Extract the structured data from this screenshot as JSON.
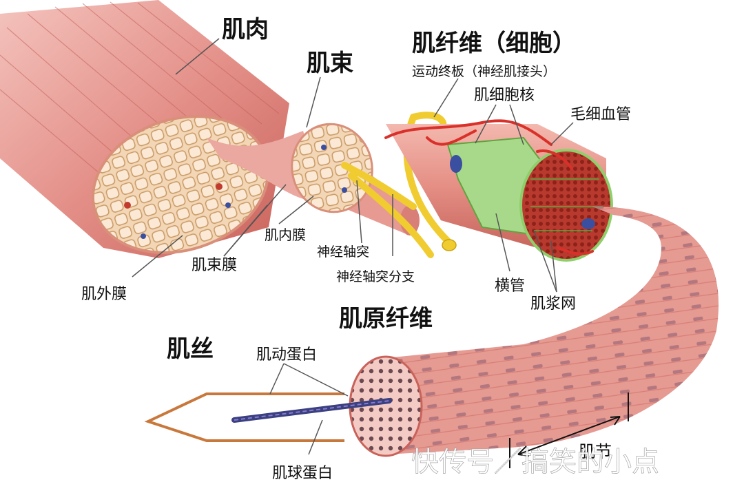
{
  "labels": {
    "muscle": "肌肉",
    "fascicle": "肌束",
    "muscle_fiber": "肌纤维（细胞）",
    "motor_end_plate": "运动终板（神经肌接头）",
    "nucleus": "肌细胞核",
    "capillary": "毛细血管",
    "endomysium": "肌内膜",
    "perimysium": "肌束膜",
    "epimysium": "肌外膜",
    "axon": "神经轴突",
    "axon_branch": "神经轴突分支",
    "t_tubule": "横管",
    "sr": "肌浆网",
    "myofibril": "肌原纤维",
    "filament": "肌丝",
    "actin": "肌动蛋白",
    "myosin": "肌球蛋白",
    "sarcomere": "肌节"
  },
  "watermark": "快传号／搞笑的小点",
  "colors": {
    "muscle": "#e4918a",
    "muscle_dark": "#c0504a",
    "section": "#f3d6b6",
    "nerve": "#f2d23a",
    "green": "#8fcf6b",
    "vessel": "#d9302a",
    "leader": "#555555"
  }
}
